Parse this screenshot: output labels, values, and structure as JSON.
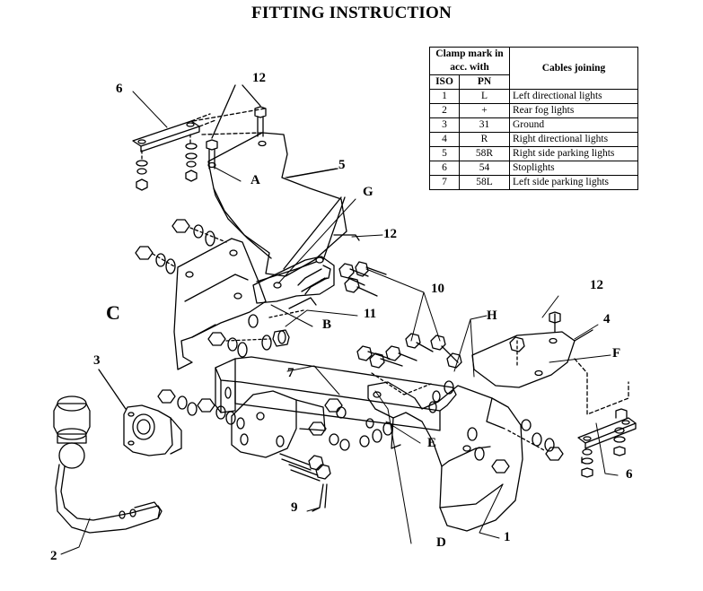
{
  "title": "FITTING INSTRUCTION",
  "table": {
    "header_clamp": "Clamp mark in acc. with",
    "header_iso": "ISO",
    "header_pn": "PN",
    "header_cables": "Cables joining",
    "rows": [
      {
        "iso": "1",
        "pn": "L",
        "desc": "Left directional lights"
      },
      {
        "iso": "2",
        "pn": "+",
        "desc": "Rear fog lights"
      },
      {
        "iso": "3",
        "pn": "31",
        "desc": "Ground"
      },
      {
        "iso": "4",
        "pn": "R",
        "desc": "Right directional lights"
      },
      {
        "iso": "5",
        "pn": "58R",
        "desc": "Right side parking lights"
      },
      {
        "iso": "6",
        "pn": "54",
        "desc": "Stoplights"
      },
      {
        "iso": "7",
        "pn": "58L",
        "desc": "Left side parking lights"
      }
    ]
  },
  "labels": {
    "n12a": "12",
    "n6a": "6",
    "nA": "A",
    "n5": "5",
    "nG": "G",
    "n12b": "12",
    "nC": "C",
    "nB": "B",
    "n11": "11",
    "n10": "10",
    "nH": "H",
    "n12c": "12",
    "n4": "4",
    "nF": "F",
    "n3": "3",
    "n7": "7",
    "nE": "E",
    "n6b": "6",
    "n9": "9",
    "n2": "2",
    "nD": "D",
    "n1": "1"
  }
}
